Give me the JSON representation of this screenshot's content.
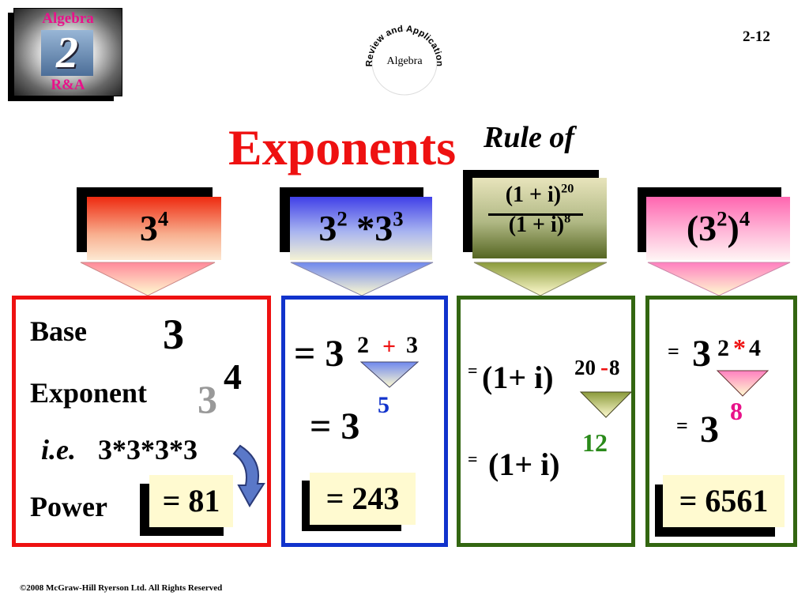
{
  "logo": {
    "top": "Algebra",
    "digit": "2",
    "bottom": "R&A"
  },
  "seal": {
    "ring": "Review and Application",
    "center": "Algebra"
  },
  "slide_number": "2-12",
  "title": "Exponents",
  "subtitle": "Rule of",
  "headers": {
    "h1": {
      "base": "3",
      "exp": "4"
    },
    "h2": {
      "b1": "3",
      "e1": "2",
      "op": " *3",
      "e2": "3"
    },
    "h3": {
      "num": "(1 + i)",
      "num_exp": "20",
      "den": "(1 + i)",
      "den_exp": "8"
    },
    "h4": {
      "open": "(3",
      "inner": "2",
      "close": ")",
      "outer": "4"
    }
  },
  "panel1": {
    "base_label": "Base",
    "base_value": "3",
    "exponent_label": "Exponent",
    "exponent_value": "4",
    "ghost_base": "3",
    "ie_label": "i.e.",
    "expansion": "3*3*3*3",
    "power_label": "Power",
    "power_value": "= 81"
  },
  "panel2": {
    "line1_eq": "= 3",
    "line1_e1": "2",
    "line1_op": "+",
    "line1_e2": "3",
    "line2_eq": "= 3",
    "line2_exp": "5",
    "answer": "= 243"
  },
  "panel3": {
    "line1_eq": "=",
    "line1_base": "(1+ i)",
    "line1_e1": "20",
    "line1_op": "-",
    "line1_e2": "8",
    "line2_eq": "=",
    "line2_base": "(1+ i)",
    "line2_exp": "12"
  },
  "panel4": {
    "line1_eq": "=",
    "line1_base": "3",
    "line1_e1": "2",
    "line1_op": "*",
    "line1_e2": "4",
    "line2_eq": "=",
    "line2_base": "3",
    "line2_exp": "8",
    "answer": "= 6561"
  },
  "footer": "©2008 McGraw-Hill Ryerson Ltd.  All Rights Reserved",
  "colors": {
    "red": "#ee1111",
    "blue": "#1133cc",
    "green": "#336611",
    "pink": "#e8128a"
  }
}
